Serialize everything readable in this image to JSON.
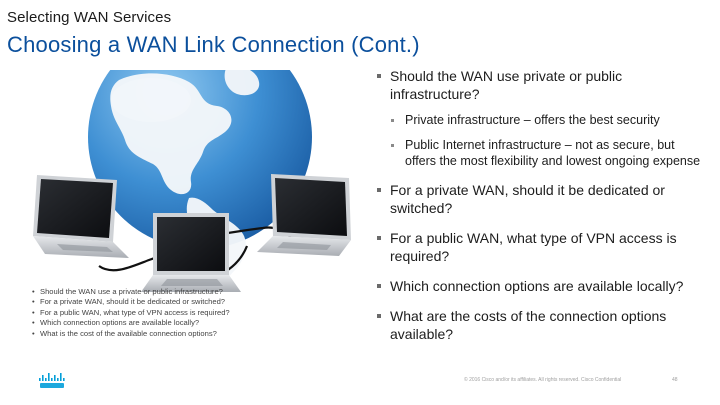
{
  "header": {
    "supertitle": "Selecting WAN Services",
    "title": "Choosing a WAN Link Connection (Cont.)"
  },
  "figure_caption_items": [
    "Should the WAN use a private or public infrastructure?",
    "For a private WAN, should it be dedicated or switched?",
    "For a public WAN, what type of VPN access is required?",
    "Which connection options are available locally?",
    "What is the cost of the available connection options?"
  ],
  "bullets": [
    {
      "text": "Should the WAN use private or public infrastructure?",
      "sub": [
        "Private infrastructure – offers the best security",
        "Public Internet infrastructure – not as secure, but offers the most flexibility and lowest ongoing expense"
      ]
    },
    {
      "text": "For a private WAN, should it be dedicated or switched?"
    },
    {
      "text": "For a public WAN, what type of VPN access is required?"
    },
    {
      "text": "Which connection options are available locally?"
    },
    {
      "text": "What are the costs of the connection options available?"
    }
  ],
  "footer": {
    "copyright": "© 2016  Cisco and/or its affiliates. All rights reserved.   Cisco Confidential",
    "page_number": "48"
  },
  "colors": {
    "title_blue": "#0b4f9c",
    "globe_ocean": "#3e8fd3",
    "land_white": "#f4f7fa",
    "cisco_blue": "#049fd9"
  },
  "icons": {
    "logo": "cisco-logo",
    "figure": "globe-with-laptops"
  }
}
